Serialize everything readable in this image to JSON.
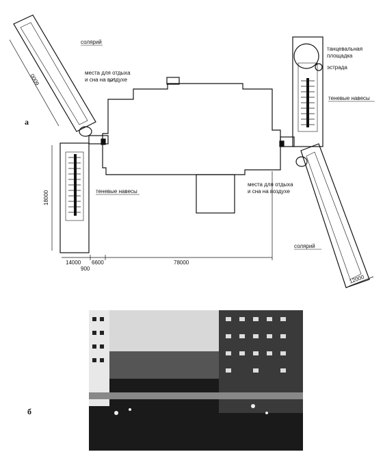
{
  "figure_labels": {
    "a": "а",
    "b": "б"
  },
  "labels": {
    "solarium_left": "солярий",
    "rest_left_1": "места для отдыха",
    "rest_left_2": "и сна на воздухе",
    "dance_1": "танцевальная",
    "dance_2": "площадка",
    "stage": "эстрада",
    "shade_right": "теневые навесы",
    "shade_left": "теневые навесы",
    "rest_right_1": "места для отдыха",
    "rest_right_2": "и сна на воздухе",
    "solarium_right": "солярий"
  },
  "dimensions": {
    "diag_left": "0009",
    "vert_left": "18000",
    "w_14000": "14000",
    "w_6600": "6600",
    "w_78000": "78000",
    "w_900": "900",
    "w_12000": "12000"
  },
  "colors": {
    "ink": "#111111",
    "paper": "#ffffff",
    "photo_dark": "#1a1a1a"
  }
}
